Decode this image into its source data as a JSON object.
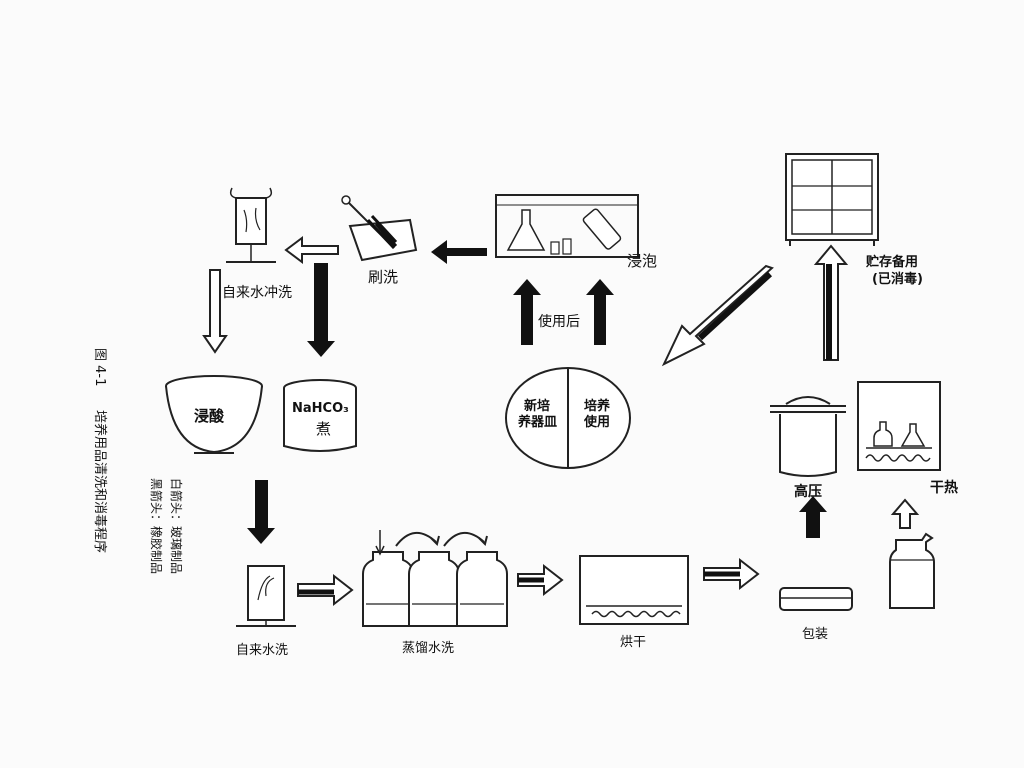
{
  "figure": {
    "caption_number": "图 4-1",
    "caption_title": "培养用品清洗和消毒程序",
    "legend_white": "白箭头：玻璃制品",
    "legend_black": "黑箭头：橡胶制品"
  },
  "steps": {
    "soak": "浸泡",
    "after_use": "使用后",
    "brush": "刷洗",
    "tap_rinse_top": "自来水冲洗",
    "acid": "浸酸",
    "nahco3": "NaHCO₃",
    "boil": "煮",
    "new_dish_line1": "新培",
    "new_dish_line2": "养器皿",
    "culture_line1": "培养",
    "culture_line2": "使用",
    "store_line1": "贮存备用",
    "store_line2": "(已消毒)",
    "tap_rinse_bottom": "自来水洗",
    "distilled_rinse": "蒸馏水洗",
    "dry": "烘干",
    "pack": "包装",
    "autoclave": "高压",
    "dry_heat": "干热"
  }
}
